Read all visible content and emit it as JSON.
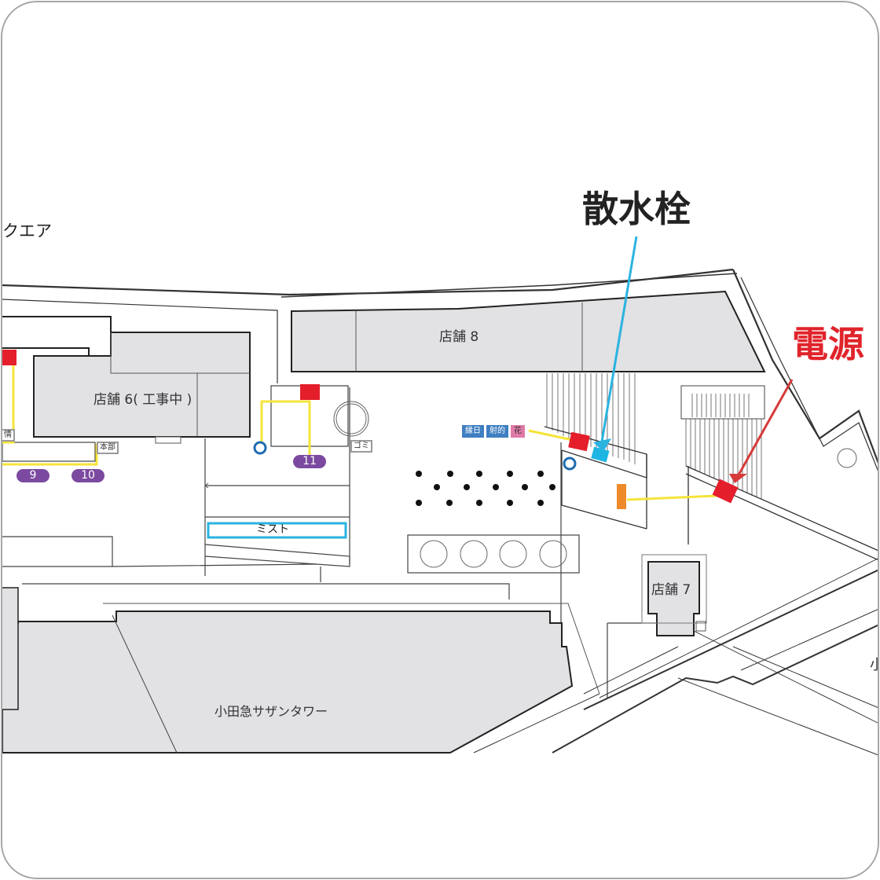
{
  "map": {
    "area_label_partial": "クエア",
    "callouts": {
      "hydrant": {
        "label": "散水栓",
        "color": "#222222",
        "arrow_color": "#2bb3e0"
      },
      "power": {
        "label": "電源",
        "color": "#e0242b",
        "arrow_color": "#d63a3a"
      }
    },
    "stores": {
      "store6": "店舗 6( 工事中 )",
      "store8": "店舗 8",
      "store7": "店舗 7",
      "tower": "小田急サザンタワー"
    },
    "tags": {
      "hq": "本部",
      "garbage": "ゴミ",
      "left_cut": "情"
    },
    "mist": "ミスト",
    "booths": [
      {
        "label": "縁日",
        "color": "#3f7fc1"
      },
      {
        "label": "射的",
        "color": "#3f7fc1"
      },
      {
        "label": "花",
        "color": "#e07aa8"
      }
    ],
    "numbered_spots": [
      {
        "label": "9"
      },
      {
        "label": "10"
      },
      {
        "label": "11"
      }
    ],
    "right_edge_partial": "小",
    "colors": {
      "power_box": "#e51e2b",
      "cable": "#f5e43a",
      "hydrant_box": "#1fb5e3",
      "water_ring": "#1e6cb0",
      "orange_unit": "#ee8a2a",
      "building_fill": "#e2e1e4",
      "spot_pill": "#7b4aa0"
    }
  }
}
